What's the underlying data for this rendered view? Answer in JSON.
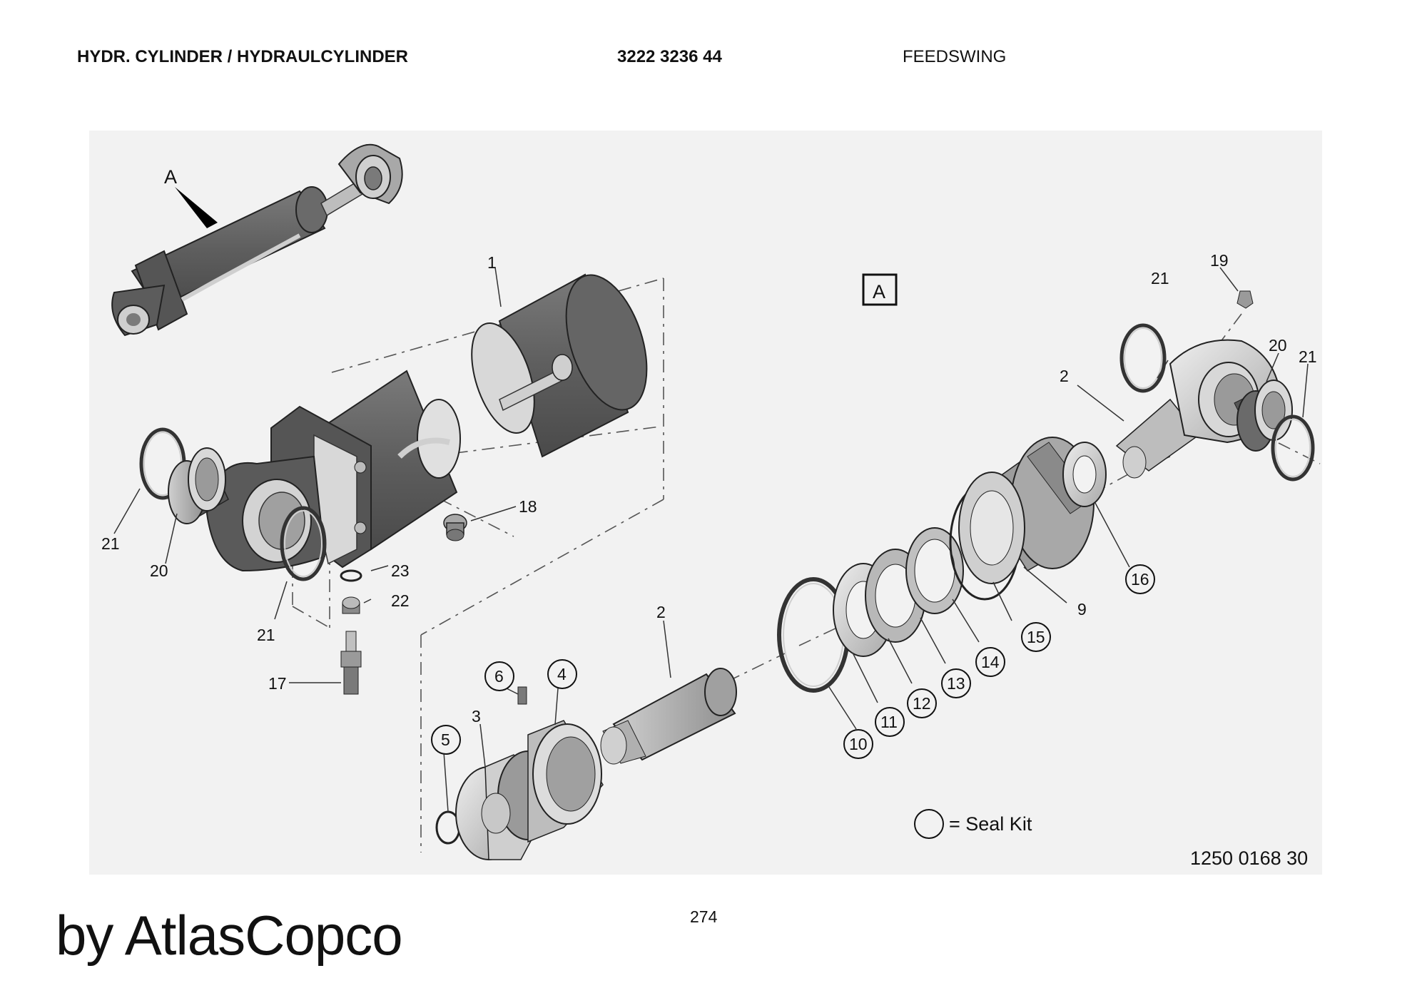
{
  "header": {
    "title": "HYDR. CYLINDER / HYDRAULCYLINDER",
    "part_number": "3222 3236 44",
    "application": "FEEDSWING"
  },
  "diagram": {
    "view_marker": "A",
    "view_box_label": "A",
    "drawing_number": "1250 0168 30",
    "legend_text": "= Seal Kit",
    "callouts": {
      "c1": "1",
      "c2a": "2",
      "c2b": "2",
      "c3": "3",
      "c4": "4",
      "c5": "5",
      "c6": "6",
      "c9": "9",
      "c10": "10",
      "c11": "11",
      "c12": "12",
      "c13": "13",
      "c14": "14",
      "c15": "15",
      "c16": "16",
      "c17": "17",
      "c18": "18",
      "c19": "19",
      "c20a": "20",
      "c20b": "20",
      "c21a": "21",
      "c21b": "21",
      "c21c": "21",
      "c21d": "21",
      "c22": "22",
      "c23": "23"
    }
  },
  "footer": {
    "page_number": "274",
    "brand_text": "by AtlasCopco"
  }
}
